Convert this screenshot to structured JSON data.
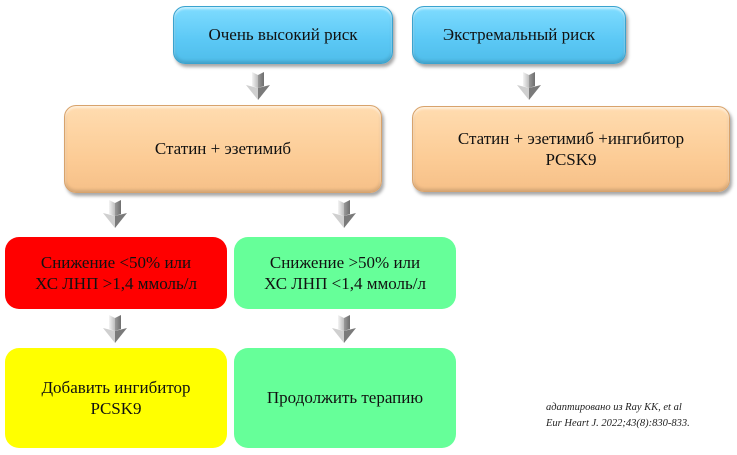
{
  "boxes": {
    "very_high_risk": "Очень высокий риск",
    "extreme_risk": "Экстремальный риск",
    "statin_ezetimibe": "Статин + эзетимиб",
    "statin_ezetimibe_pcsk9": {
      "line1": "Статин + эзетимиб +ингибитор",
      "line2": "PCSK9"
    },
    "reduction_low": {
      "line1": "Снижение <50% или",
      "line2": "ХС ЛНП >1,4 ммоль/л"
    },
    "reduction_high": {
      "line1": "Снижение >50% или",
      "line2": "ХС ЛНП <1,4 ммоль/л"
    },
    "add_pcsk9": {
      "line1": "Добавить ингибитор",
      "line2": "PCSK9"
    },
    "continue_therapy": "Продолжить терапию"
  },
  "reference": {
    "line1": "адаптировано из Ray KK, et al",
    "line2": "Eur Heart J. 2022;43(8):830-833."
  },
  "colors": {
    "risk": "#5bc8f5",
    "therapy": "#fccc96",
    "fail": "#ff0000",
    "success": "#66ff99",
    "action": "#ffff00"
  }
}
